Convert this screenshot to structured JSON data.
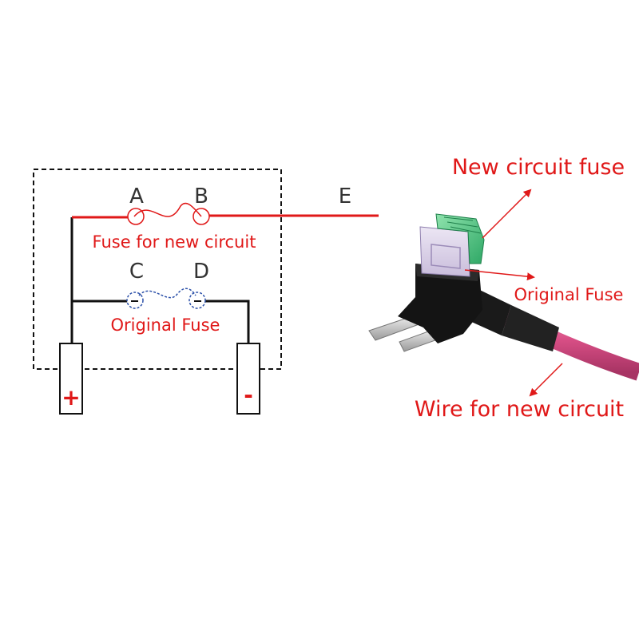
{
  "diagram": {
    "nodes": {
      "a": "A",
      "b": "B",
      "c": "C",
      "d": "D",
      "e": "E"
    },
    "labels": {
      "new_fuse": "Fuse for new circuit",
      "original_fuse": "Original Fuse",
      "plus": "+",
      "minus": "-"
    }
  },
  "callouts": {
    "new_circuit_fuse": "New circuit fuse",
    "original_fuse": "Original Fuse",
    "wire": "Wire for new circuit"
  },
  "colors": {
    "wire_red": "#e01818",
    "fuse_blue": "#2a4fa8",
    "line_black": "#111111",
    "label_red": "#e01818",
    "fuse_green": "#5fcf8a",
    "fuse_purple": "#d7cbe6",
    "pink_wire": "#d94f86"
  }
}
